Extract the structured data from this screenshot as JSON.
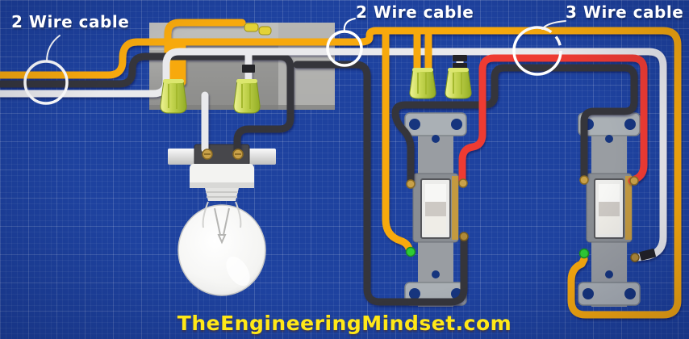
{
  "diagram": {
    "annotations": [
      {
        "label": "2 Wire cable"
      },
      {
        "label": "2 Wire cable"
      },
      {
        "label": "3 Wire cable"
      }
    ],
    "watermark": "TheEngineeringMindset.com",
    "components": {
      "junction_boxes": 1,
      "wire_nuts": 4,
      "light_bulb_fixtures": 1,
      "toggle_switches": 2
    }
  },
  "colors": {
    "blueprint-blue": "#1e429f",
    "blueprint-hole-blue": "#16357e",
    "wire-yellow": "#f7a90a",
    "wire-black": "#36363a",
    "wire-white": "#e9e9ec",
    "wire-red": "#ee3b30",
    "wire-nut-green": "#b8cc3a",
    "ground-screw-green": "#2ecc35",
    "brass": "#c9a148",
    "switch-gray": "#93979c",
    "box-gray": "#a3a3a1",
    "label-white": "#ffffff",
    "watermark-yellow": "#ffe818"
  }
}
